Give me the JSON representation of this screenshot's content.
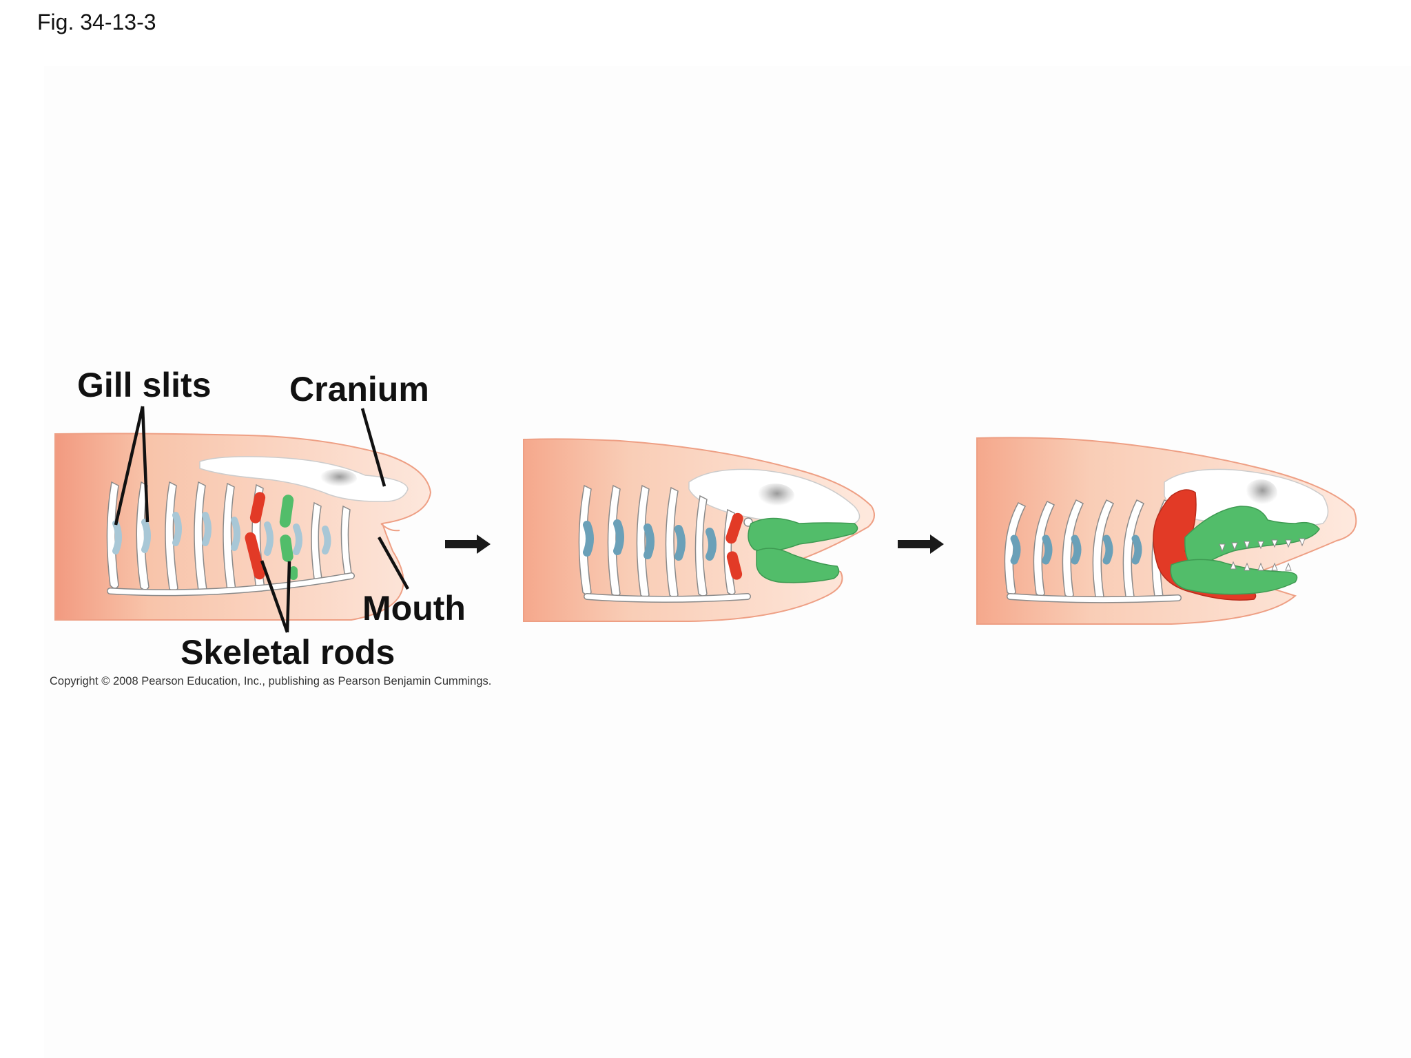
{
  "figure": {
    "label": "Fig. 34-13-3"
  },
  "labels": {
    "gill_slits": "Gill slits",
    "cranium": "Cranium",
    "mouth": "Mouth",
    "skeletal_rods": "Skeletal rods"
  },
  "copyright": "Copyright © 2008 Pearson Education, Inc., publishing as Pearson Benjamin Cummings.",
  "colors": {
    "body": "#f8cbb2",
    "body_edge": "#ee9f84",
    "body_dark": "#f29a80",
    "rod_outline": "#8a8a8a",
    "gill_slit": "#a8c7d6",
    "gill_slit_dark": "#6aa0b8",
    "red_rod": "#e23a26",
    "green_rod": "#52bd6a",
    "cranium": "#ffffff",
    "arrow": "#1a1a1a"
  },
  "arrows": [
    "arrow-right-icon",
    "arrow-right-icon"
  ]
}
